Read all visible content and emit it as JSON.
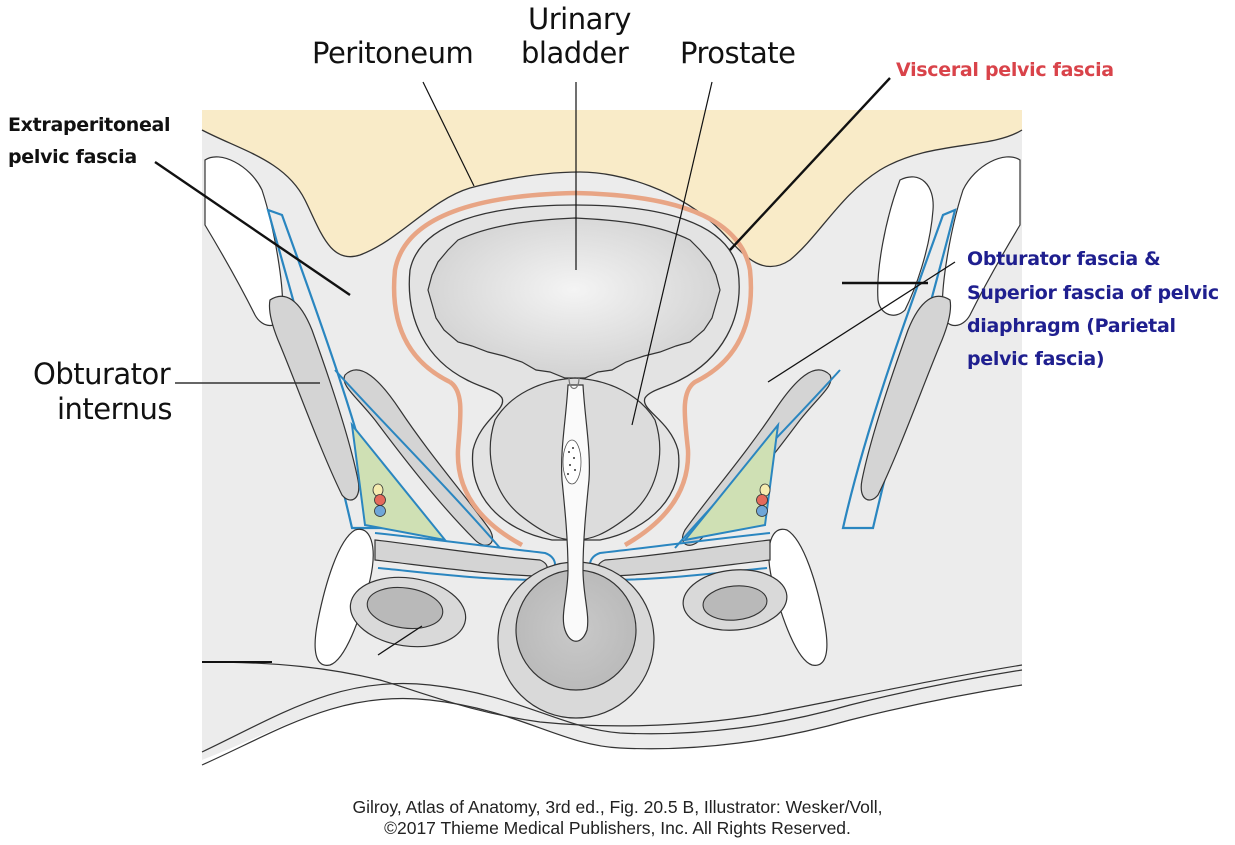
{
  "figure": {
    "labels": {
      "peritoneum": "Peritoneum",
      "urinary_bladder_line1": "Urinary",
      "urinary_bladder_line2": "bladder",
      "prostate": "Prostate",
      "visceral_pelvic_fascia": "Visceral pelvic fascia",
      "extraperitoneal_line1": "Extraperitoneal",
      "extraperitoneal_line2": "pelvic fascia",
      "obturator_internus_line1": "Obturator",
      "obturator_internus_line2": "internus",
      "obturator_fascia_line1": "Obturator fascia &",
      "obturator_fascia_line2": "Superior fascia of pelvic",
      "obturator_fascia_line3": "diaphragm (Parietal",
      "obturator_fascia_line4": "pelvic fascia)"
    },
    "colors": {
      "visceral_label": "#d9434a",
      "parietal_label": "#1f1f8f",
      "peritoneal_cavity": "#f9ebc8",
      "fascia_blue": "#2a86c0",
      "visceral_fascia": "#e8a585",
      "fossa_green": "#cfe0b4",
      "tissue_gray": "#ececec",
      "organ_gray": "#d6d6d6"
    },
    "credit": {
      "line1": "Gilroy, Atlas of Anatomy, 3rd ed., Fig. 20.5 B, Illustrator: Wesker/Voll,",
      "line2": "©2017 Thieme Medical Publishers, Inc. All Rights Reserved."
    }
  }
}
